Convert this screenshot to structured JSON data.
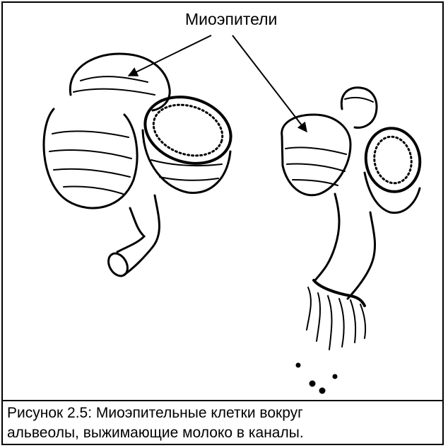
{
  "figure": {
    "pointer_label": "Миоэпители"
  },
  "caption": {
    "line1": "Рисунок 2.5:  Миоэпительные клетки вокруг",
    "line2": "альвеолы, выжимающие молоко в каналы."
  }
}
